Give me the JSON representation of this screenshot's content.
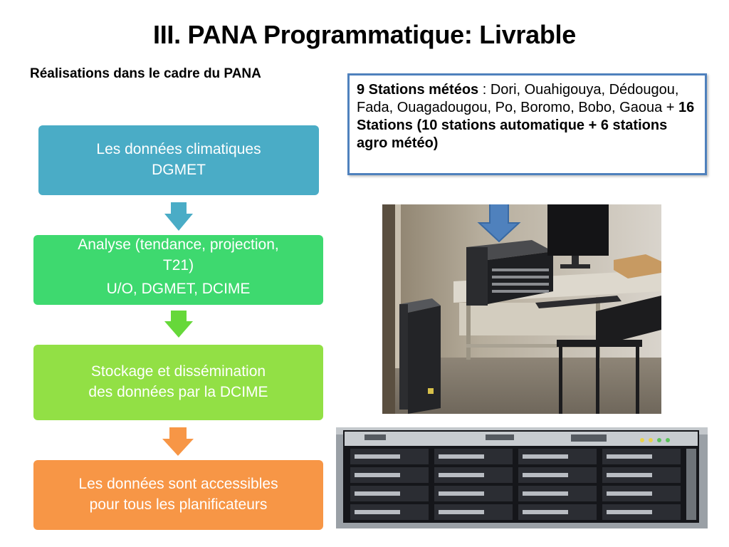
{
  "slide": {
    "title": "III. PANA Programmatique: Livrable",
    "subtitle": "Réalisations dans le cadre du PANA"
  },
  "flow": {
    "step1": {
      "line1": "Les données climatiques",
      "line2": "DGMET"
    },
    "step2": {
      "line1": "Analyse (tendance, projection,",
      "line2": "T21)",
      "line3": "U/O, DGMET, DCIME"
    },
    "step3": {
      "line1": "Stockage et dissémination",
      "line2": "des données par la DCIME"
    },
    "step4": {
      "line1": "Les données sont accessibles",
      "line2": "pour tous les planificateurs"
    }
  },
  "info": {
    "bold1": "9 Stations météos",
    "text1": " : Dori, Ouahigouya, Dédougou, Fada, Ouagadougou, Po, Boromo, Bobo, Gaoua  + ",
    "bold2": "16 Stations (10 stations automatique + 6 stations agro météo)"
  },
  "colors": {
    "step1": "#4aacc6",
    "step2": "#3ed96f",
    "step3": "#92e045",
    "step4": "#f79646",
    "accent": "#4f81bd"
  }
}
